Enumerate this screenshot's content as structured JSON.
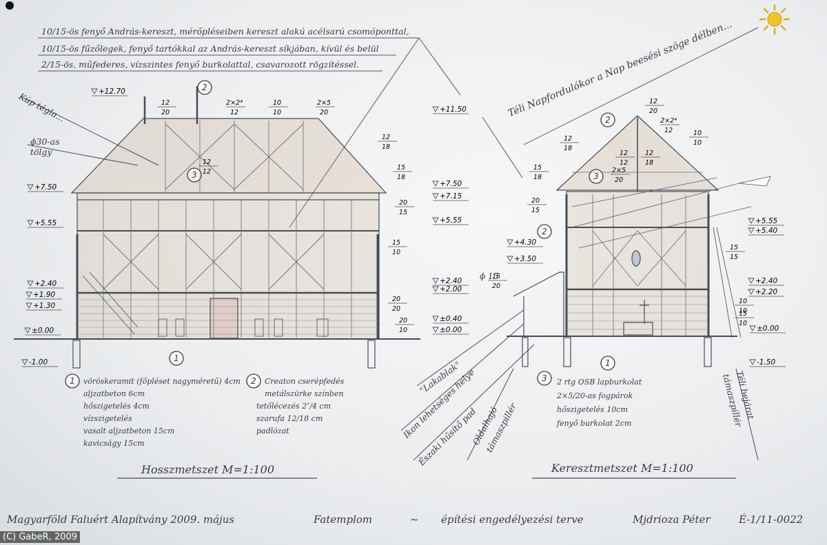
{
  "header_notes": [
    "10/15-ös fenyő András-kereszt, mérőpléseiben kereszt alakú acélsarú csomóponttal,",
    "10/15-ös fűzőlegek, fenyő tartókkal az András-kereszt síkjában, kívül és belül",
    "2/15-ös, műfederes, vízszintes fenyő burkolattal, csavarozott rögzítéssel."
  ],
  "sun_note": "Téli Napfordulókor a Nap beesési szöge délben...",
  "left_notes": {
    "tile": "Kúp tégla...",
    "post": "ϕ30-as tölgy"
  },
  "left_levels": [
    "+12.70",
    "+7.50",
    "+5.55",
    "+2.40",
    "+1.90",
    "+1.30",
    "±0.00",
    "-1.00"
  ],
  "mid_levels": [
    "+11.50",
    "+7.50",
    "+7.15",
    "+5.55",
    "+2.40",
    "+2.00",
    "±0.40",
    "±0.00"
  ],
  "right_levels": [
    "+4.30",
    "+3.50",
    "+5.55",
    "+5.40",
    "+2.40",
    "+2.20",
    "±0.00",
    "-1.50"
  ],
  "left_fractions": [
    [
      "12",
      "20"
    ],
    [
      "2×2⁴",
      "12"
    ],
    [
      "10",
      "10"
    ],
    [
      "2×5",
      "20"
    ],
    [
      "12",
      "18"
    ],
    [
      "15",
      "18"
    ],
    [
      "12",
      "12"
    ],
    [
      "20",
      "15"
    ],
    [
      "15",
      "10"
    ],
    [
      "20",
      "20"
    ],
    [
      "20",
      "10"
    ]
  ],
  "right_fractions": [
    [
      "12",
      "20"
    ],
    [
      "2×2⁴",
      "12"
    ],
    [
      "10",
      "10"
    ],
    [
      "12",
      "18"
    ],
    [
      "15",
      "18"
    ],
    [
      "12",
      "12"
    ],
    [
      "12",
      "18"
    ],
    [
      "2×5",
      "20"
    ],
    [
      "20",
      "15"
    ],
    [
      "15",
      "15"
    ],
    [
      "15",
      "20"
    ],
    [
      "10",
      "10"
    ],
    [
      "15",
      "10"
    ]
  ],
  "markers": [
    "1",
    "2",
    "3"
  ],
  "phi_note": "ϕ 15",
  "legend1": {
    "num": "1",
    "lines": [
      "vöröskeramit (főpléset nagyméretű) 4cm",
      "aljzatbeton 6cm",
      "hőszigetelés 4cm",
      "vízszigetelés",
      "vasalt aljzatbeton 15cm",
      "kavicságy 15cm"
    ]
  },
  "legend2": {
    "num": "2",
    "lines": [
      "Creaton cserépfedés",
      "metálszürke színben",
      "tetőlécezés 2″/4 cm",
      "szarufa 12/18 cm",
      "padlózat"
    ]
  },
  "legend3": {
    "num": "3",
    "lines": [
      "2 rtg OSB lapburkolat",
      "2×5/20-as fogpárok",
      "hőszigetelés 10cm",
      "fenyő burkolat 2cm"
    ]
  },
  "diagonal_notes": [
    "\"Lakablak\"",
    "Ikon lehetséges helye",
    "Északi hűsítő pad",
    "Oldalhajó támaszpillér",
    "Téli bejárat támaszpillér"
  ],
  "captions": {
    "left": "Hosszmetszet M=1:100",
    "right": "Keresztmetszet M=1:100"
  },
  "footer": {
    "foundation": "Magyarföld Faluért Alapítvány 2009. május",
    "project": "Fatemplom",
    "dash": "~",
    "plan": "építési engedélyezési terve",
    "author": "Mjdrioza Péter",
    "code": "É-1/11-0022"
  },
  "copyright": "(C) GabeR, 2009",
  "colors": {
    "ink": "#3b3b40",
    "wood": "#b99a75",
    "sun": "#f1c232",
    "paper": "#eceef0"
  }
}
